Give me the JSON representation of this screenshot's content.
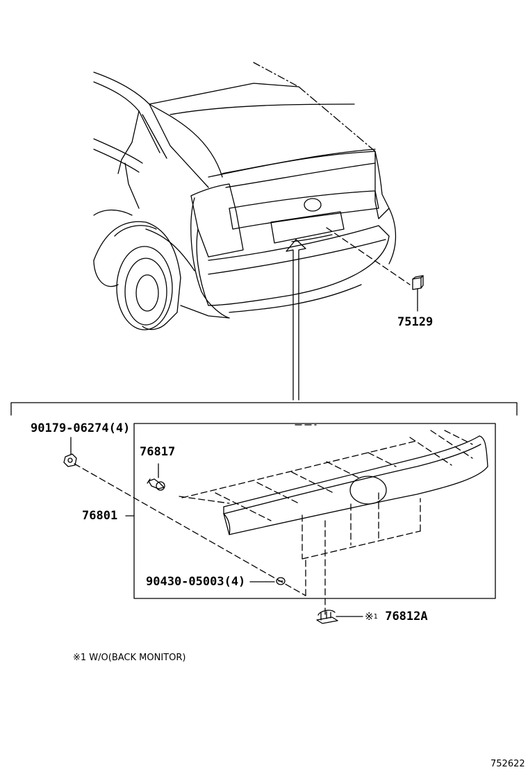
{
  "parts": {
    "p75129": "75129",
    "p90179": "90179-06274(4)",
    "p76817": "76817",
    "p76801": "76801",
    "p90430": "90430-05003(4)",
    "p76812a": "76812A",
    "mark": "※",
    "mark_num": "1"
  },
  "footnote": "※1 W/O(BACK MONITOR)",
  "diagram_id": "752622"
}
